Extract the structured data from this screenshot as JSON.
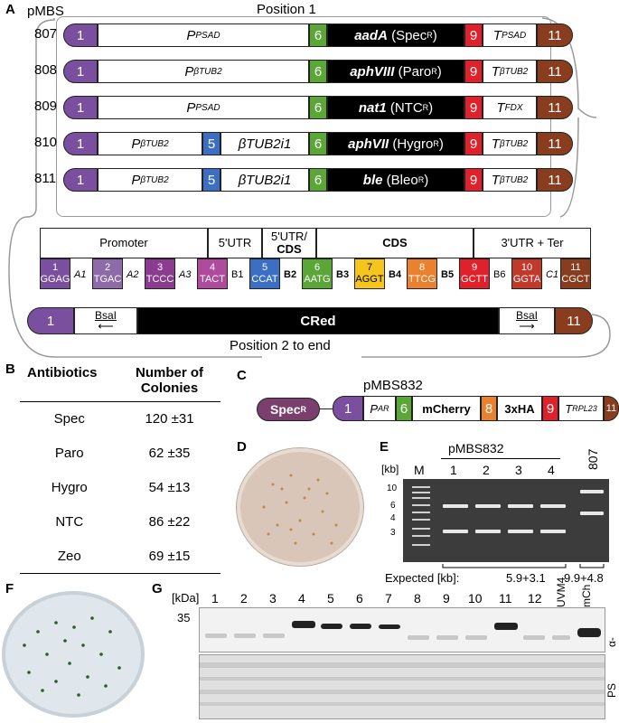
{
  "panels": {
    "a": "A",
    "b": "B",
    "c": "C",
    "d": "D",
    "e": "E",
    "f": "F",
    "g": "G"
  },
  "panelA": {
    "series_label": "pMBS",
    "position1_label": "Position 1",
    "position2_label": "Position 2 to end",
    "constructs": [
      {
        "id": "807",
        "promoter": "P",
        "promoter_sub": "PSAD",
        "cds_bold": "aadA",
        "cds_res": "(Spec",
        "cds_sup": "R",
        "cds_end": ")",
        "term": "T",
        "term_sub": "PSAD"
      },
      {
        "id": "808",
        "promoter": "P",
        "promoter_sub": "βTUB2",
        "cds_bold": "aphVIII",
        "cds_res": "(Paro",
        "cds_sup": "R",
        "cds_end": ")",
        "term": "T",
        "term_sub": "βTUB2"
      },
      {
        "id": "809",
        "promoter": "P",
        "promoter_sub": "PSAD",
        "cds_bold": "nat1",
        "cds_res": "(NTC",
        "cds_sup": "R",
        "cds_end": ")",
        "term": "T",
        "term_sub": "FDX"
      },
      {
        "id": "810",
        "promoter": "P",
        "promoter_sub": "βTUB2",
        "intron": "βTUB2i1",
        "cds_bold": "aphVII",
        "cds_res": "(Hygro",
        "cds_sup": "R",
        "cds_end": ")",
        "term": "T",
        "term_sub": "βTUB2"
      },
      {
        "id": "811",
        "promoter": "P",
        "promoter_sub": "βTUB2",
        "intron": "βTUB2i1",
        "cds_bold": "ble",
        "cds_res": "(Bleo",
        "cds_sup": "R",
        "cds_end": ")",
        "term": "T",
        "term_sub": "βTUB2"
      }
    ],
    "overhang_numbers": {
      "n1": "1",
      "n5": "5",
      "n6": "6",
      "n9": "9",
      "n11": "11"
    },
    "categories": {
      "promoter": "Promoter",
      "utr5": "5'UTR",
      "utr5cds": "5'UTR/",
      "cds_short": "CDS",
      "cds": "CDS",
      "utr3": "3'UTR + Ter"
    },
    "parts": [
      {
        "num": "1",
        "seq": "GGAG"
      },
      {
        "num": "2",
        "seq": "TGAC"
      },
      {
        "num": "3",
        "seq": "TCCC"
      },
      {
        "num": "4",
        "seq": "TACT"
      },
      {
        "num": "5",
        "seq": "CCAT"
      },
      {
        "num": "6",
        "seq": "AATG"
      },
      {
        "num": "7",
        "seq": "AGGT"
      },
      {
        "num": "8",
        "seq": "TTCG"
      },
      {
        "num": "9",
        "seq": "GCTT"
      },
      {
        "num": "10",
        "seq": "GGTA"
      },
      {
        "num": "11",
        "seq": "CGCT"
      }
    ],
    "links": [
      "A1",
      "A2",
      "A3",
      "B1",
      "B2",
      "B3",
      "B4",
      "B5",
      "B6",
      "C1"
    ],
    "cred": {
      "label": "CRed",
      "bsa_left": "BsaI",
      "bsa_right": "BsaI"
    }
  },
  "panelB": {
    "headers": [
      "Antibiotics",
      "Number of Colonies"
    ],
    "rows": [
      [
        "Spec",
        "120 ±31"
      ],
      [
        "Paro",
        "62 ±35"
      ],
      [
        "Hygro",
        "54 ±13"
      ],
      [
        "NTC",
        "86 ±22"
      ],
      [
        "Zeo",
        "69 ±15"
      ]
    ]
  },
  "panelC": {
    "title": "pMBS832",
    "spec": "Spec",
    "spec_sup": "R",
    "n1": "1",
    "pro": "P",
    "pro_sub": "AR",
    "n6": "6",
    "mch": "mCherry",
    "n8": "8",
    "ha": "3xHA",
    "n9": "9",
    "ter": "T",
    "ter_sub": "RPL23",
    "n11": "11"
  },
  "panelE": {
    "kb_label": "[kb]",
    "marker": "M",
    "title": "pMBS832",
    "lanes": [
      "1",
      "2",
      "3",
      "4"
    ],
    "lane807": "807",
    "ladder": [
      "10",
      "6",
      "4",
      "3"
    ],
    "expected_label": "Expected [kb]:",
    "expected1": "5.9+3.1",
    "expected2": "9.9+4.8"
  },
  "panelG": {
    "kda_label": "[kDa]",
    "lanes": [
      "1",
      "2",
      "3",
      "4",
      "5",
      "6",
      "7",
      "8",
      "9",
      "10",
      "11",
      "12"
    ],
    "uvm4": "UVM4",
    "mch": "mCh",
    "marker35": "35",
    "antibody": "α-mCh",
    "ps": "PS"
  }
}
